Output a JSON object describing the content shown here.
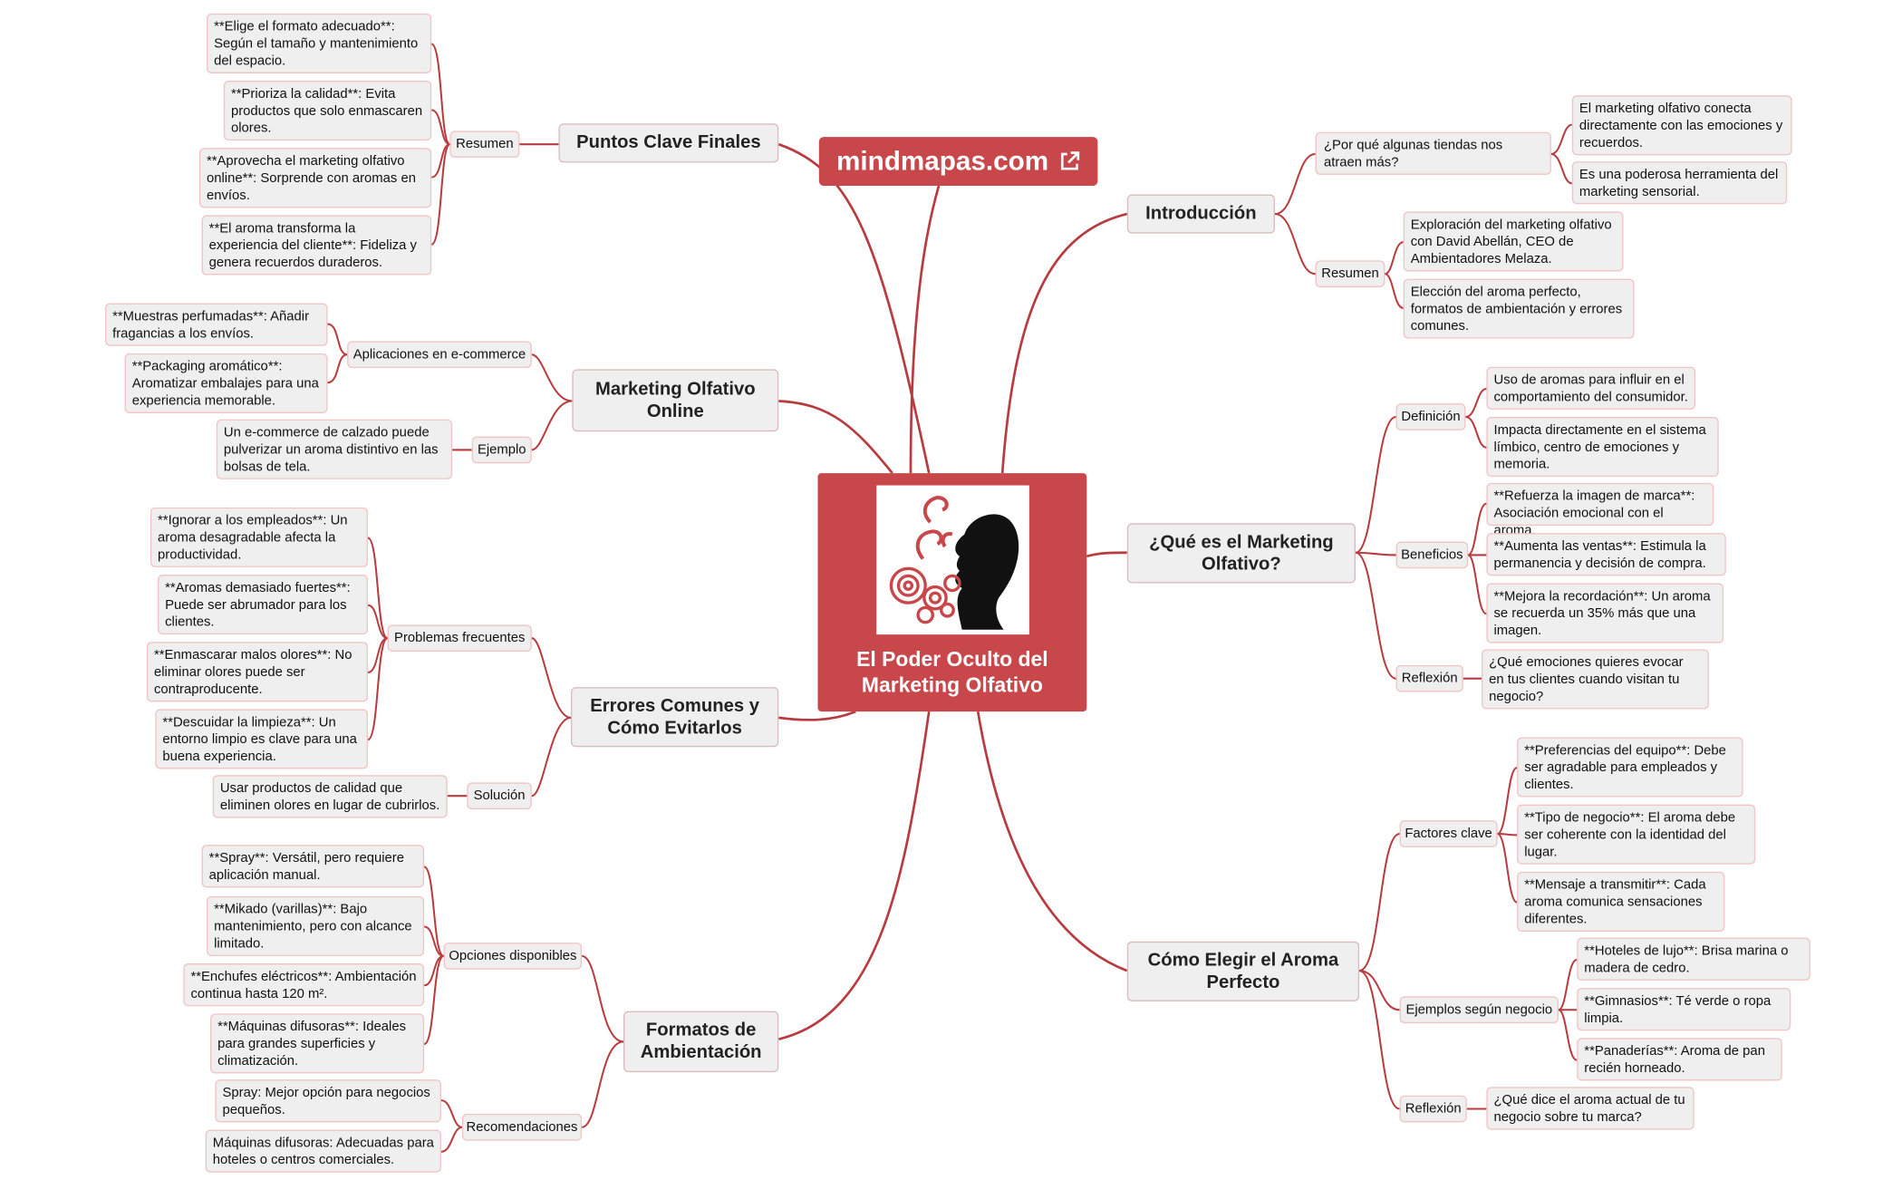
{
  "colors": {
    "accent": "#c8474a",
    "link": "#b83c3f",
    "node_bg": "#efefef",
    "node_border": "#f2c4c4"
  },
  "brand": {
    "label": "mindmapas.com",
    "icon": "external-link-icon"
  },
  "center": {
    "title": "El Poder Oculto del Marketing Olfativo",
    "image": "woman-profile-aroma-icon"
  },
  "topics": {
    "puntos": {
      "title": "Puntos Clave Finales",
      "resumen": {
        "label": "Resumen",
        "items": [
          "**Elige el formato adecuado**: Según el tamaño y mantenimiento del espacio.",
          "**Prioriza la calidad**: Evita productos que solo enmascaren olores.",
          "**Aprovecha el marketing olfativo online**: Sorprende con aromas en envíos.",
          "**El aroma transforma la experiencia del cliente**: Fideliza y genera recuerdos duraderos."
        ]
      }
    },
    "online": {
      "title": "Marketing Olfativo Online",
      "aplicaciones": {
        "label": "Aplicaciones en e-commerce",
        "items": [
          "**Muestras perfumadas**: Añadir fragancias a los envíos.",
          "**Packaging aromático**: Aromatizar embalajes para una experiencia memorable."
        ]
      },
      "ejemplo": {
        "label": "Ejemplo",
        "items": [
          "Un e-commerce de calzado puede pulverizar un aroma distintivo en las bolsas de tela."
        ]
      }
    },
    "errores": {
      "title": "Errores Comunes y Cómo Evitarlos",
      "problemas": {
        "label": "Problemas frecuentes",
        "items": [
          "**Ignorar a los empleados**: Un aroma desagradable afecta la productividad.",
          "**Aromas demasiado fuertes**: Puede ser abrumador para los clientes.",
          "**Enmascarar malos olores**: No eliminar olores puede ser contraproducente.",
          "**Descuidar la limpieza**: Un entorno limpio es clave para una buena experiencia."
        ]
      },
      "solucion": {
        "label": "Solución",
        "items": [
          "Usar productos de calidad que eliminen olores en lugar de cubrirlos."
        ]
      }
    },
    "formatos": {
      "title": "Formatos de Ambientación",
      "opciones": {
        "label": "Opciones disponibles",
        "items": [
          "**Spray**: Versátil, pero requiere aplicación manual.",
          "**Mikado (varillas)**: Bajo mantenimiento, pero con alcance limitado.",
          "**Enchufes eléctricos**: Ambientación continua hasta 120 m².",
          "**Máquinas difusoras**: Ideales para grandes superficies y climatización."
        ]
      },
      "recomendaciones": {
        "label": "Recomendaciones",
        "items": [
          "Spray: Mejor opción para negocios pequeños.",
          "Máquinas difusoras: Adecuadas para hoteles o centros comerciales."
        ]
      }
    },
    "intro": {
      "title": "Introducción",
      "pregunta": {
        "label": "¿Por qué algunas tiendas nos atraen más?",
        "items": [
          "El marketing olfativo conecta directamente con las emociones y recuerdos.",
          "Es una poderosa herramienta del marketing sensorial."
        ]
      },
      "resumen": {
        "label": "Resumen",
        "items": [
          "Exploración del marketing olfativo con David Abellán, CEO de Ambientadores Melaza.",
          "Elección del aroma perfecto, formatos de ambientación y errores comunes."
        ]
      }
    },
    "que": {
      "title": "¿Qué es el Marketing Olfativo?",
      "definicion": {
        "label": "Definición",
        "items": [
          "Uso de aromas para influir en el comportamiento del consumidor.",
          "Impacta directamente en el sistema límbico, centro de emociones y memoria."
        ]
      },
      "beneficios": {
        "label": "Beneficios",
        "items": [
          "**Refuerza la imagen de marca**: Asociación emocional con el aroma.",
          "**Aumenta las ventas**: Estimula la permanencia y decisión de compra.",
          "**Mejora la recordación**: Un aroma se recuerda un 35% más que una imagen."
        ]
      },
      "reflexion": {
        "label": "Reflexión",
        "items": [
          "¿Qué emociones quieres evocar en tus clientes cuando visitan tu negocio?"
        ]
      }
    },
    "elegir": {
      "title": "Cómo Elegir el Aroma Perfecto",
      "factores": {
        "label": "Factores clave",
        "items": [
          "**Preferencias del equipo**: Debe ser agradable para empleados y clientes.",
          "**Tipo de negocio**: El aroma debe ser coherente con la identidad del lugar.",
          "**Mensaje a transmitir**: Cada aroma comunica sensaciones diferentes."
        ]
      },
      "ejemplos": {
        "label": "Ejemplos según negocio",
        "items": [
          "**Hoteles de lujo**: Brisa marina o madera de cedro.",
          "**Gimnasios**: Té verde o ropa limpia.",
          "**Panaderías**: Aroma de pan recién horneado."
        ]
      },
      "reflexion": {
        "label": "Reflexión",
        "items": [
          "¿Qué dice el aroma actual de tu negocio sobre tu marca?"
        ]
      }
    }
  }
}
